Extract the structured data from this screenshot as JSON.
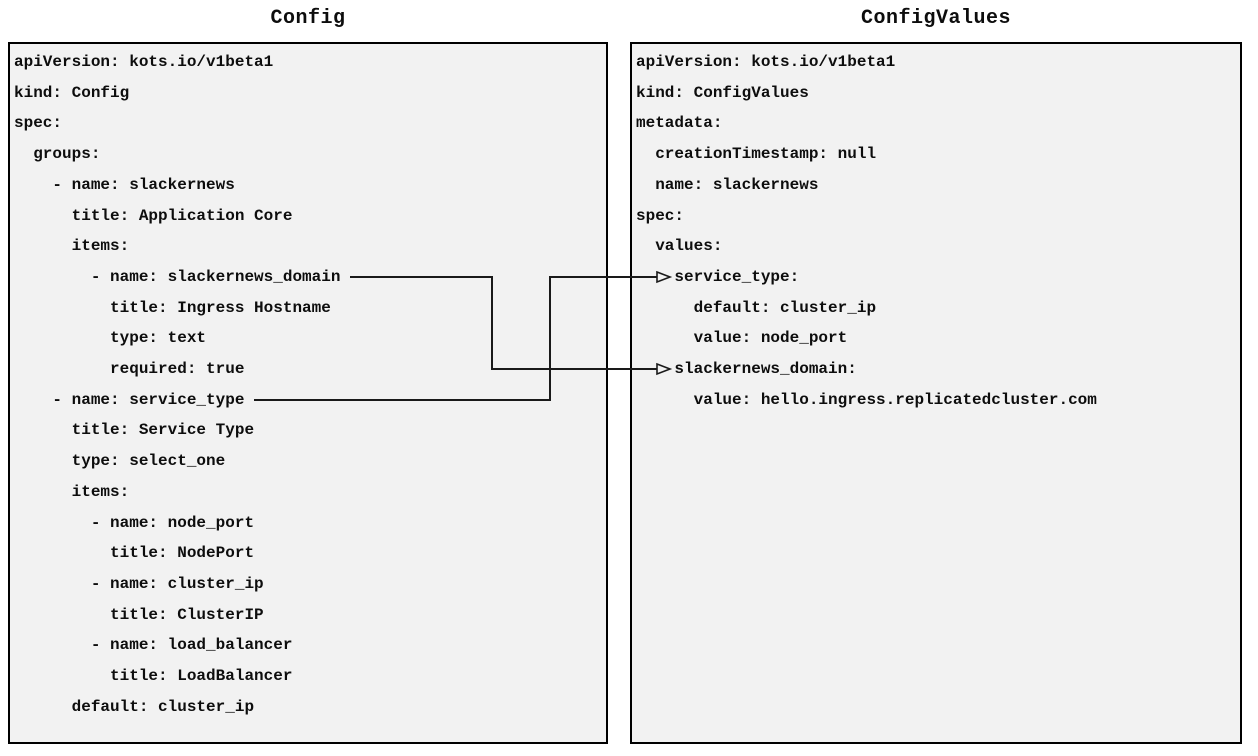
{
  "diagram": {
    "colors": {
      "panel_background": "#f2f2f2",
      "panel_border": "#000000",
      "text": "#0d0d0d",
      "arrow": "#1a1a1a"
    },
    "left_panel": {
      "title": "Config",
      "yaml": [
        "apiVersion: kots.io/v1beta1",
        "kind: Config",
        "spec:",
        "  groups:",
        "    - name: slackernews",
        "      title: Application Core",
        "      items:",
        "        - name: slackernews_domain",
        "          title: Ingress Hostname",
        "          type: text",
        "          required: true",
        "    - name: service_type",
        "      title: Service Type",
        "      type: select_one",
        "      items:",
        "        - name: node_port",
        "          title: NodePort",
        "        - name: cluster_ip",
        "          title: ClusterIP",
        "        - name: load_balancer",
        "          title: LoadBalancer",
        "      default: cluster_ip"
      ]
    },
    "right_panel": {
      "title": "ConfigValues",
      "yaml": [
        "apiVersion: kots.io/v1beta1",
        "kind: ConfigValues",
        "metadata:",
        "  creationTimestamp: null",
        "  name: slackernews",
        "spec:",
        "  values:",
        "    service_type:",
        "      default: cluster_ip",
        "      value: node_port",
        "    slackernews_domain:",
        "      value: hello.ingress.replicatedcluster.com"
      ]
    },
    "connections": [
      {
        "from": "Config: slackernews_domain",
        "to": "ConfigValues: slackernews_domain"
      },
      {
        "from": "Config: service_type",
        "to": "ConfigValues: service_type"
      }
    ]
  }
}
